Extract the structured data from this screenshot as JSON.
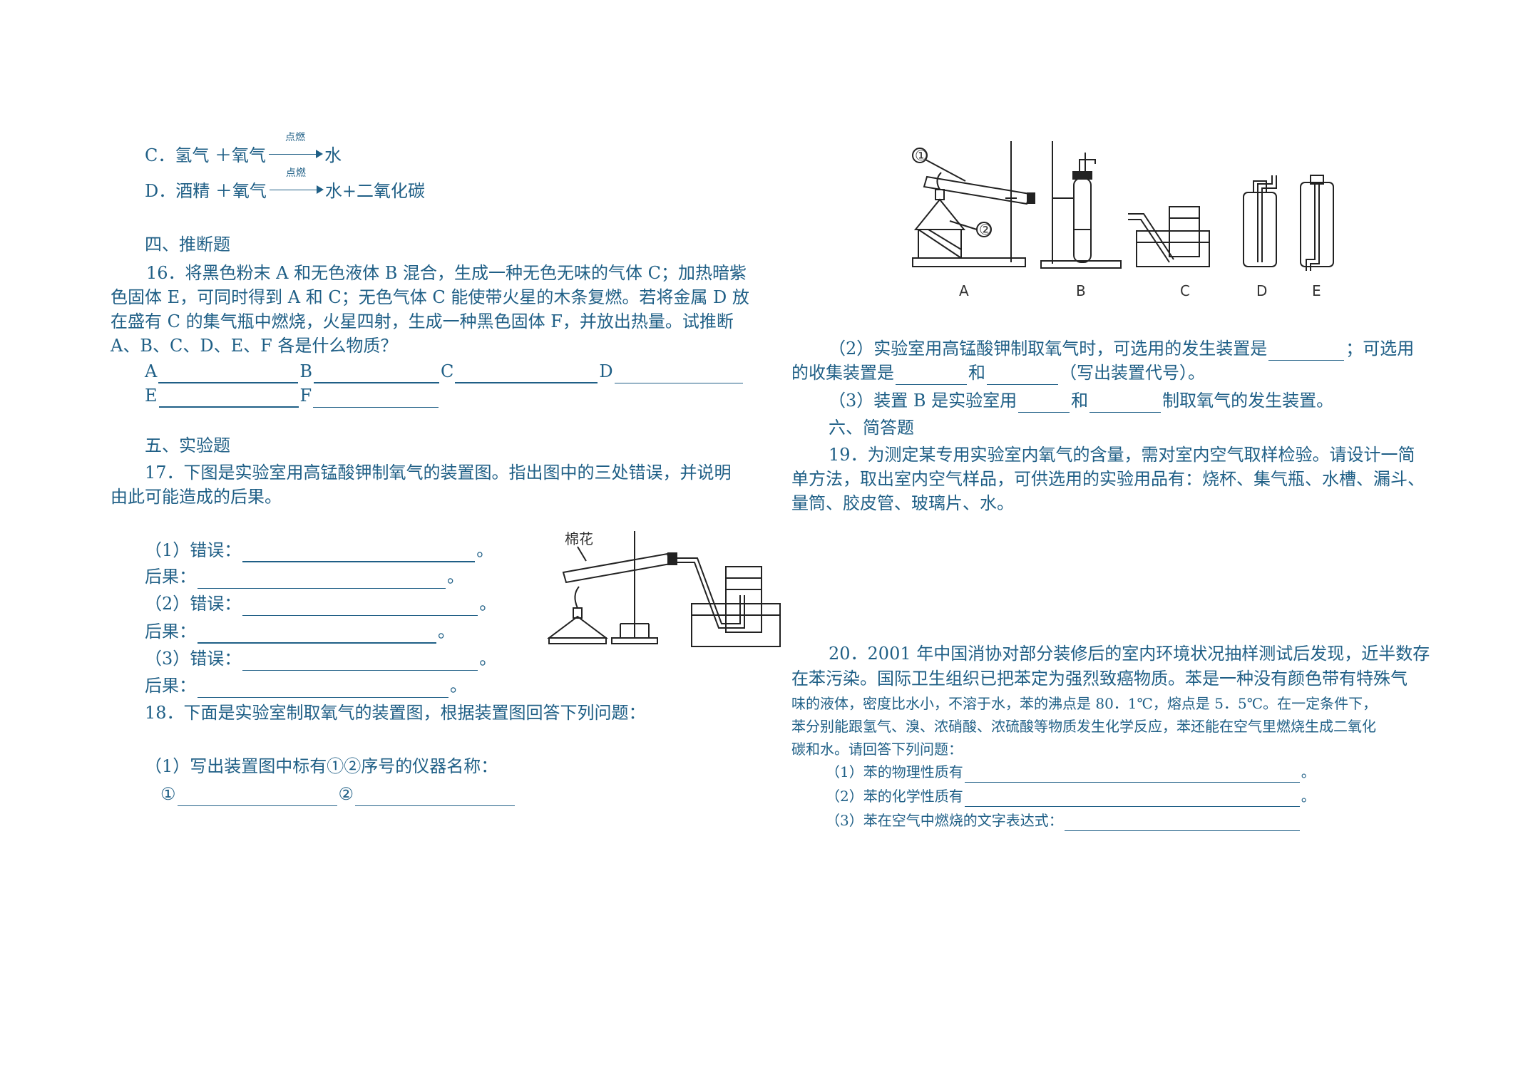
{
  "left": {
    "optC": {
      "prefix": "C．氢气 ＋氧气",
      "cond": "点燃",
      "product": "水"
    },
    "optD": {
      "prefix": "D．酒精 ＋氧气",
      "cond": "点燃",
      "product": "水+二氧化碳"
    },
    "sec4": "四、推断题",
    "q16": [
      "16．将黑色粉末 A 和无色液体 B 混合，生成一种无色无味的气体 C；加热暗紫",
      "色固体 E，可同时得到 A 和 C；无色气体 C 能使带火星的木条复燃。若将金属 D 放",
      "在盛有 C 的集气瓶中燃烧，火星四射，生成一种黑色固体 F，并放出热量。试推断",
      "A、B、C、D、E、F 各是什么物质？"
    ],
    "q16_blanks": {
      "A": "A",
      "B": "B",
      "C": "C",
      "D": "D",
      "E": "E",
      "F": "F"
    },
    "sec5": "五、实验题",
    "q17": [
      "17．下图是实验室用高锰酸钾制氧气的装置图。指出图中的三处错误，并说明",
      "由此可能造成的后果。"
    ],
    "q17_items": [
      {
        "err": "（1）错误：",
        "res": "后果："
      },
      {
        "err": "（2）错误：",
        "res": "后果："
      },
      {
        "err": "（3）错误：",
        "res": "后果："
      }
    ],
    "period": "。",
    "fig17_label": "棉花",
    "q18": "18．下面是实验室制取氧气的装置图，根据装置图回答下列问题：",
    "q18_1": "（1）写出装置图中标有①②序号的仪器名称：",
    "q18_1_blank1": "①",
    "q18_1_blank2": "②"
  },
  "right": {
    "fig18": {
      "labels": [
        "A",
        "B",
        "C",
        "D",
        "E"
      ],
      "mark1": "①",
      "mark2": "②"
    },
    "q18_2a": "（2）实验室用高锰酸钾制取氧气时，可选用的发生装置是",
    "q18_2b": "；可选用",
    "q18_2c": "的收集装置是",
    "q18_2d": "和",
    "q18_2e": "（写出装置代号）。",
    "q18_3a": "（3）装置 B 是实验室用",
    "q18_3b": "和",
    "q18_3c": "制取氧气的发生装置。",
    "sec6": "六、简答题",
    "q19": [
      "19．为测定某专用实验室内氧气的含量，需对室内空气取样检验。请设计一简",
      "单方法，取出室内空气样品，可供选用的实验用品有：烧杯、集气瓶、水槽、漏斗、",
      "量筒、胶皮管、玻璃片、水。"
    ],
    "q20": [
      "20．2001 年中国消协对部分装修后的室内环境状况抽样测试后发现，近半数存",
      "在苯污染。国际卫生组织已把苯定为强烈致癌物质。苯是一种没有颜色带有特殊气",
      "味的液体，密度比水小，不溶于水，苯的沸点是 80．1℃，熔点是 5．5℃。在一定条件下，",
      "苯分别能跟氢气、溴、浓硝酸、浓硫酸等物质发生化学反应，苯还能在空气里燃烧生成二氧化",
      "碳和水。请回答下列问题："
    ],
    "q20_items": [
      "（1）苯的物理性质有",
      "（2）苯的化学性质有",
      "（3）苯在空气中燃烧的文字表达式："
    ],
    "period": "。"
  }
}
